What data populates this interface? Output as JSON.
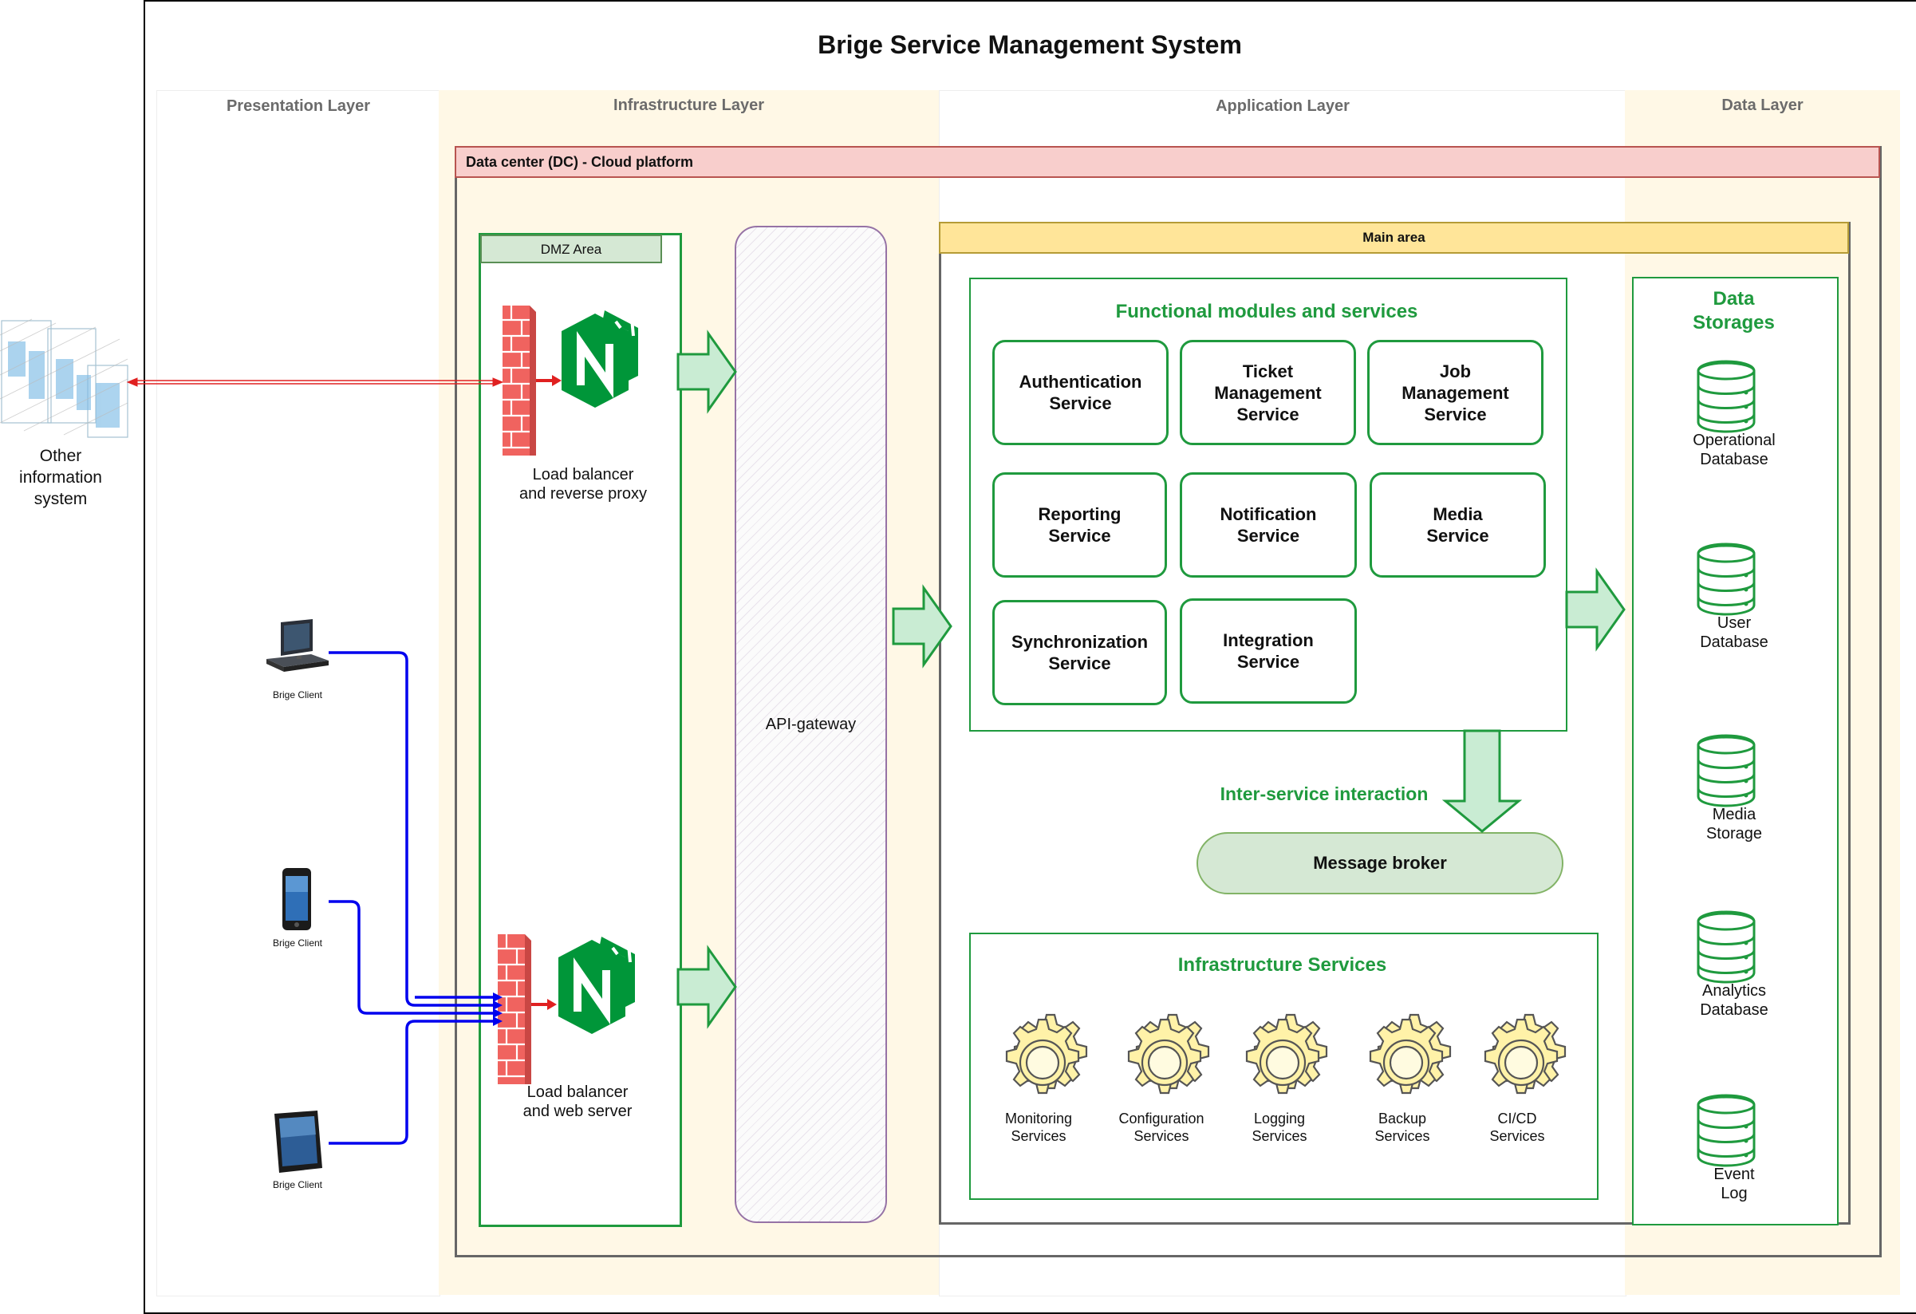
{
  "title": "Brige Service Management System",
  "lanes": {
    "presentation": "Presentation Layer",
    "infrastructure": "Infrastructure Layer",
    "application": "Application Layer",
    "data": "Data Layer"
  },
  "data_center": "Data center (DC) - Cloud platform",
  "dmz": "DMZ Area",
  "main_area": "Main area",
  "external_system": "Other\ninformation\nsystem",
  "clients": [
    "Brige Client",
    "Brige Client",
    "Brige Client"
  ],
  "load_balancer_proxy": "Load balancer\nand reverse proxy",
  "load_balancer_web": "Load balancer\nand web server",
  "api_gateway": "API-gateway",
  "functional_title": "Functional modules and services",
  "services": [
    "Authentication\nService",
    "Ticket\nManagement\nService",
    "Job\nManagement\nService",
    "Reporting\nService",
    "Notification\nService",
    "Media\nService",
    "Synchronization\nService",
    "Integration\nService"
  ],
  "inter_service": "Inter-service interaction",
  "message_broker": "Message broker",
  "infra_title": "Infrastructure Services",
  "infra_services": [
    "Monitoring\nServices",
    "Configuration\nServices",
    "Logging\nServices",
    "Backup\nServices",
    "CI/CD\nServices"
  ],
  "storage_title": "Data\nStorages",
  "storages": [
    "Operational\nDatabase",
    "User\nDatabase",
    "Media\nStorage",
    "Analytics\nDatabase",
    "Event\nLog"
  ],
  "colors": {
    "green": "#1f9a3e",
    "arrow_fill": "#c9ecd3",
    "firewall": "#f0635f",
    "nginx": "#009639",
    "client_link": "#0000ee",
    "external_link": "#e02020",
    "lane_infra_bg": "#fff8e6",
    "lane_data_bg": "#fff8e6"
  }
}
